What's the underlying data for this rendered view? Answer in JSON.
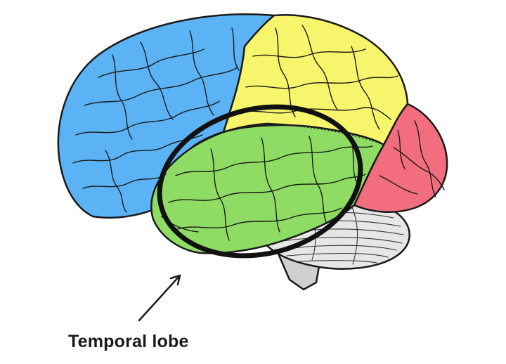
{
  "caption": "Temporal lobe",
  "colors": {
    "frontal_lobe": "#5bb3f5",
    "parietal_lobe": "#f7f56b",
    "occipital_lobe": "#f26d7d",
    "temporal_lobe": "#8fdc65",
    "cerebellum": "#e6e6e6",
    "brainstem": "#cfcfcf",
    "highlight_ring": "#111111",
    "outline": "#1a1a1a"
  },
  "icons": [
    "highlight-ring",
    "pointer-arrow"
  ]
}
